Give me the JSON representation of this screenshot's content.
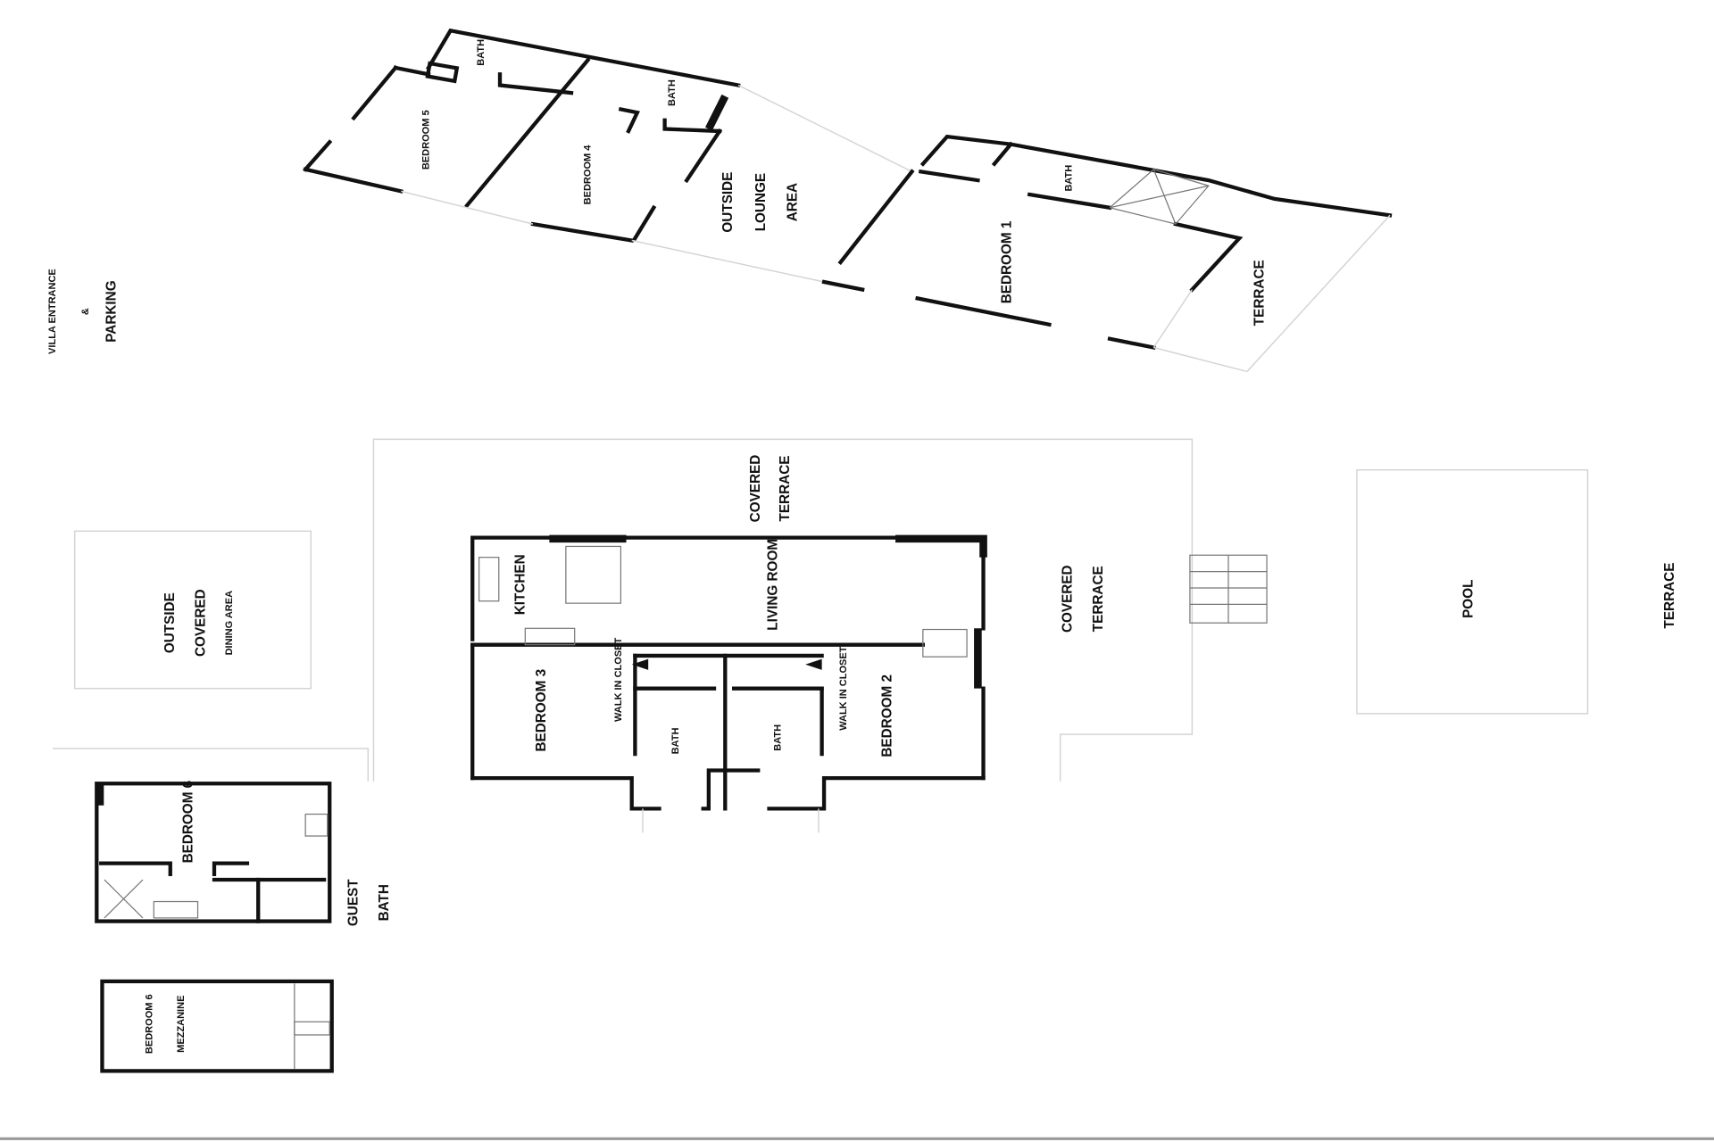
{
  "plan": {
    "labels": {
      "bath_top_a": "BATH",
      "bath_top_b": "BATH",
      "bedroom5": "BEDROOM 5",
      "bedroom4": "BEDROOM 4",
      "outside_lounge": [
        "OUTSIDE",
        "LOUNGE",
        "AREA"
      ],
      "bath_b1": "BATH",
      "bedroom1": "BEDROOM 1",
      "terrace_b1": "TERRACE",
      "villa_entrance": [
        "VILLA ENTRANCE",
        "&",
        "PARKING"
      ],
      "covered_terrace_top": [
        "COVERED",
        "TERRACE"
      ],
      "kitchen": "KITCHEN",
      "living_room": "LIVING ROOM",
      "outside_dining": [
        "OUTSIDE",
        "COVERED",
        "DINING AREA"
      ],
      "covered_terrace_right": [
        "COVERED",
        "TERRACE"
      ],
      "pool": "POOL",
      "terrace_right": "TERRACE",
      "bedroom3": "BEDROOM 3",
      "walk_in_closet_3": "WALK IN CLOSET",
      "bath_3": "BATH",
      "bath_2": "BATH",
      "walk_in_closet_2": "WALK IN CLOSET",
      "bedroom2": "BEDROOM 2",
      "bedroom6": "BEDROOM 6",
      "guest_bath": [
        "GUEST",
        "BATH"
      ],
      "mezzanine": [
        "BEDROOM 6",
        "MEZZANINE"
      ]
    },
    "colors": {
      "wall": "#111111",
      "faint": "#d4d4d4",
      "background": "#ffffff"
    }
  }
}
